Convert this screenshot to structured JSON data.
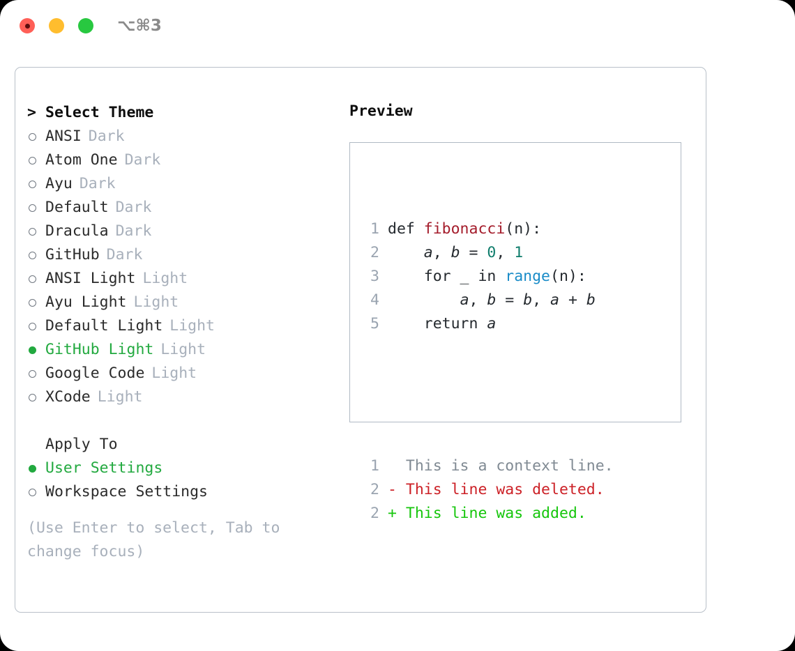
{
  "titlebar": {
    "shortcut": "⌥⌘3",
    "buttons": [
      {
        "name": "close",
        "color": "#ff5f57"
      },
      {
        "name": "minimize",
        "color": "#ffbd2e"
      },
      {
        "name": "maximize",
        "color": "#28c840"
      }
    ]
  },
  "theme_section": {
    "cursor": ">",
    "title": "Select Theme",
    "items": [
      {
        "label": "ANSI",
        "badge": "Dark",
        "selected": false
      },
      {
        "label": "Atom One",
        "badge": "Dark",
        "selected": false
      },
      {
        "label": "Ayu",
        "badge": "Dark",
        "selected": false
      },
      {
        "label": "Default",
        "badge": "Dark",
        "selected": false
      },
      {
        "label": "Dracula",
        "badge": "Dark",
        "selected": false
      },
      {
        "label": "GitHub",
        "badge": "Dark",
        "selected": false
      },
      {
        "label": "ANSI Light",
        "badge": "Light",
        "selected": false
      },
      {
        "label": "Ayu Light",
        "badge": "Light",
        "selected": false
      },
      {
        "label": "Default Light",
        "badge": "Light",
        "selected": false
      },
      {
        "label": "GitHub Light",
        "badge": "Light",
        "selected": true
      },
      {
        "label": "Google Code",
        "badge": "Light",
        "selected": false
      },
      {
        "label": "XCode",
        "badge": "Light",
        "selected": false
      }
    ]
  },
  "apply_section": {
    "title": "Apply To",
    "items": [
      {
        "label": "User Settings",
        "selected": true
      },
      {
        "label": "Workspace Settings",
        "selected": false
      }
    ]
  },
  "hint": "(Use Enter to select, Tab to change focus)",
  "preview": {
    "title": "Preview",
    "code_lines": [
      {
        "num": "1",
        "tokens": [
          {
            "t": "def ",
            "c": "plain"
          },
          {
            "t": "fibonacci",
            "c": "fn"
          },
          {
            "t": "(n):",
            "c": "plain"
          }
        ]
      },
      {
        "num": "2",
        "tokens": [
          {
            "t": "    ",
            "c": "plain"
          },
          {
            "t": "a",
            "c": "var"
          },
          {
            "t": ", ",
            "c": "plain"
          },
          {
            "t": "b",
            "c": "var"
          },
          {
            "t": " = ",
            "c": "plain"
          },
          {
            "t": "0",
            "c": "num"
          },
          {
            "t": ", ",
            "c": "plain"
          },
          {
            "t": "1",
            "c": "num"
          }
        ]
      },
      {
        "num": "3",
        "tokens": [
          {
            "t": "    for _ in ",
            "c": "plain"
          },
          {
            "t": "range",
            "c": "call"
          },
          {
            "t": "(n):",
            "c": "plain"
          }
        ]
      },
      {
        "num": "4",
        "tokens": [
          {
            "t": "        ",
            "c": "plain"
          },
          {
            "t": "a",
            "c": "var"
          },
          {
            "t": ", ",
            "c": "plain"
          },
          {
            "t": "b",
            "c": "var"
          },
          {
            "t": " = ",
            "c": "plain"
          },
          {
            "t": "b",
            "c": "var"
          },
          {
            "t": ", ",
            "c": "plain"
          },
          {
            "t": "a",
            "c": "var"
          },
          {
            "t": " + ",
            "c": "plain"
          },
          {
            "t": "b",
            "c": "var"
          }
        ]
      },
      {
        "num": "5",
        "tokens": [
          {
            "t": "    return ",
            "c": "plain"
          },
          {
            "t": "a",
            "c": "var"
          }
        ]
      }
    ],
    "diff_lines": [
      {
        "num": "1",
        "sign": " ",
        "text": " This is a context line.",
        "kind": "ctx"
      },
      {
        "num": "2",
        "sign": "-",
        "text": " This line was deleted.",
        "kind": "del"
      },
      {
        "num": "2",
        "sign": "+",
        "text": " This line was added.",
        "kind": "add"
      }
    ]
  }
}
